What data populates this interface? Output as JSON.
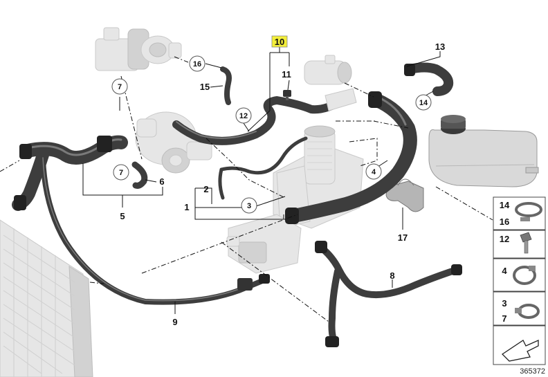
{
  "diagram": {
    "callouts": {
      "c1": "1",
      "c2": "2",
      "c3": "3",
      "c4": "4",
      "c5": "5",
      "c6": "6",
      "c7a": "7",
      "c7b": "7",
      "c8": "8",
      "c9": "9",
      "c10": "10",
      "c11": "11",
      "c12": "12",
      "c13": "13",
      "c14": "14",
      "c15": "15",
      "c16": "16",
      "c17": "17"
    },
    "legend": {
      "row1_top": "14",
      "row1_bottom": "16",
      "row2": "12",
      "row3": "4",
      "row4_top": "3",
      "row4_bottom": "7"
    },
    "reference_number": "365372",
    "highlight_color": "#f3ee3a",
    "hose_color": "#3d3d3d",
    "ghost_color": "#e6e6e6"
  }
}
